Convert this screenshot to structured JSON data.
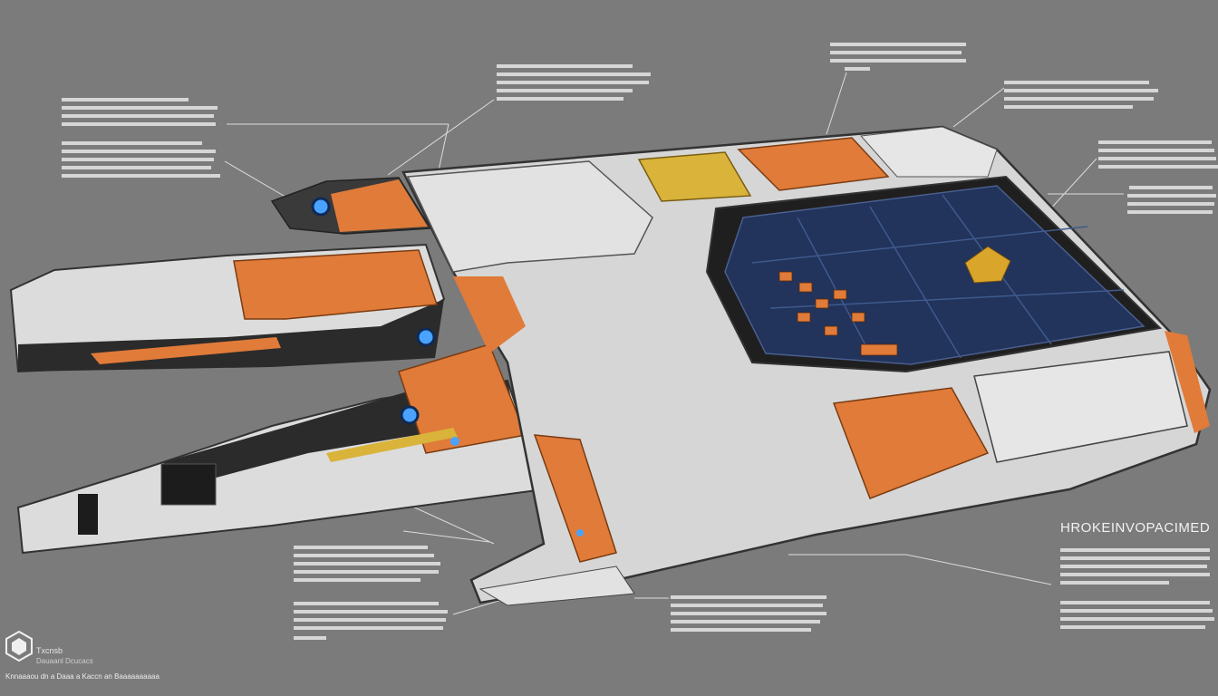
{
  "diagram": {
    "heading": "HROKEINVOPACIMED",
    "logo": {
      "name": "Txcnsb",
      "subtext": "Dauaanl Dcucacs"
    },
    "footer": "Knnaaaou dn a Daaa a Kaccn an Baaaaaaaaaa"
  },
  "colors": {
    "background": "#7b7b7b",
    "hull": "#dadada",
    "hull_dark": "#2a2a2a",
    "accent_orange": "#e07b39",
    "accent_yellow": "#d9b33a",
    "cockpit_blue": "#22335c",
    "engine_glow": "#4aa3ff",
    "callout_line": "#dcdcdc",
    "callout_text": "#e9e9e9"
  },
  "icons": [
    "hexagon-logo-icon"
  ]
}
